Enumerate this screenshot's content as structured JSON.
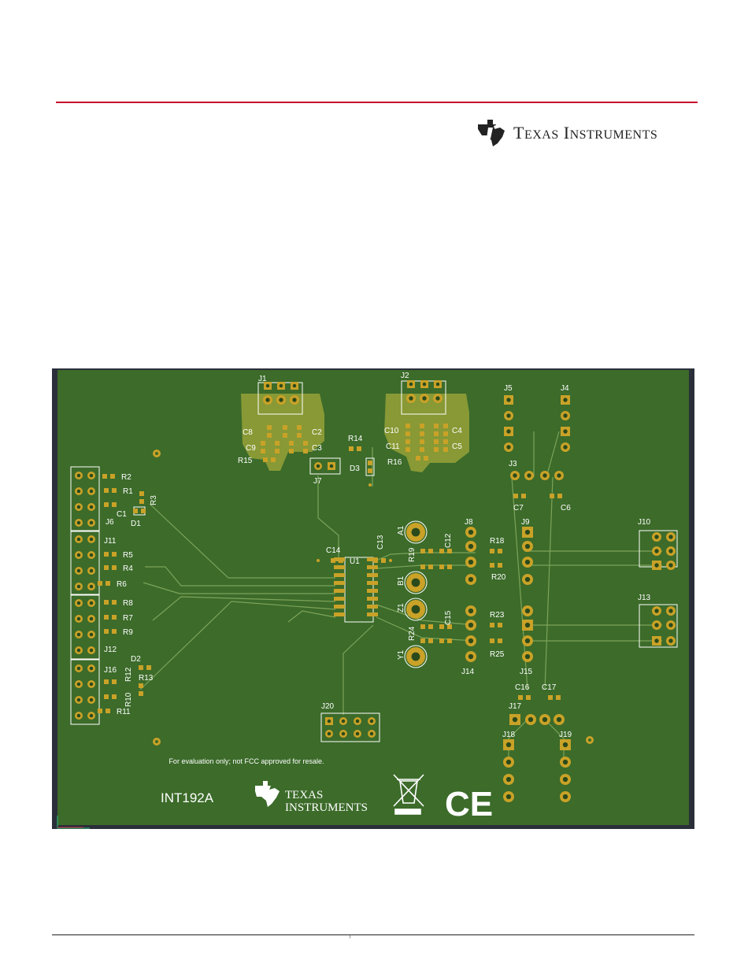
{
  "header": {
    "brand": "Texas Instruments",
    "brand_first_initial": "T",
    "brand_first_rest": "EXAS",
    "brand_second_initial": "I",
    "brand_second_rest": "NSTRUMENTS",
    "accent_color": "#c8102e"
  },
  "board": {
    "colors": {
      "substrate": "#3c6b2a",
      "trace": "#7da45a",
      "pad": "#c9a227",
      "silkscreen": "#ffffff",
      "copper_pour": "#a2a83a",
      "edge": "#2b2f3a"
    },
    "notice": "For evaluation only; not FCC approved for resale.",
    "board_id": "INT192A",
    "silk_brand_line1": "TEXAS",
    "silk_brand_line2": "INSTRUMENTS",
    "ce_mark": "CE",
    "weee_icon": "crossed-out-bin-icon",
    "labels": {
      "J1": "J1",
      "J2": "J2",
      "J3": "J3",
      "J4": "J4",
      "J5": "J5",
      "J6": "J6",
      "J7": "J7",
      "J8": "J8",
      "J9": "J9",
      "J10": "J10",
      "J11": "J11",
      "J12": "J12",
      "J13": "J13",
      "J14": "J14",
      "J15": "J15",
      "J16": "J16",
      "J17": "J17",
      "J18": "J18",
      "J19": "J19",
      "J20": "J20",
      "C1": "C1",
      "C2": "C2",
      "C3": "C3",
      "C4": "C4",
      "C5": "C5",
      "C6": "C6",
      "C7": "C7",
      "C8": "C8",
      "C9": "C9",
      "C10": "C10",
      "C11": "C11",
      "C12": "C12",
      "C13": "C13",
      "C14": "C14",
      "C15": "C15",
      "C16": "C16",
      "C17": "C17",
      "R1": "R1",
      "R2": "R2",
      "R3": "R3",
      "R4": "R4",
      "R5": "R5",
      "R6": "R6",
      "R7": "R7",
      "R8": "R8",
      "R9": "R9",
      "R10": "R10",
      "R11": "R11",
      "R12": "R12",
      "R13": "R13",
      "R14": "R14",
      "R15": "R15",
      "R16": "R16",
      "R18": "R18",
      "R19": "R19",
      "R20": "R20",
      "R23": "R23",
      "R24": "R24",
      "R25": "R25",
      "D1": "D1",
      "D2": "D2",
      "D3": "D3",
      "U1": "U1",
      "A1": "A1",
      "B1": "B1",
      "Z1": "Z1",
      "Y1": "Y1"
    }
  }
}
